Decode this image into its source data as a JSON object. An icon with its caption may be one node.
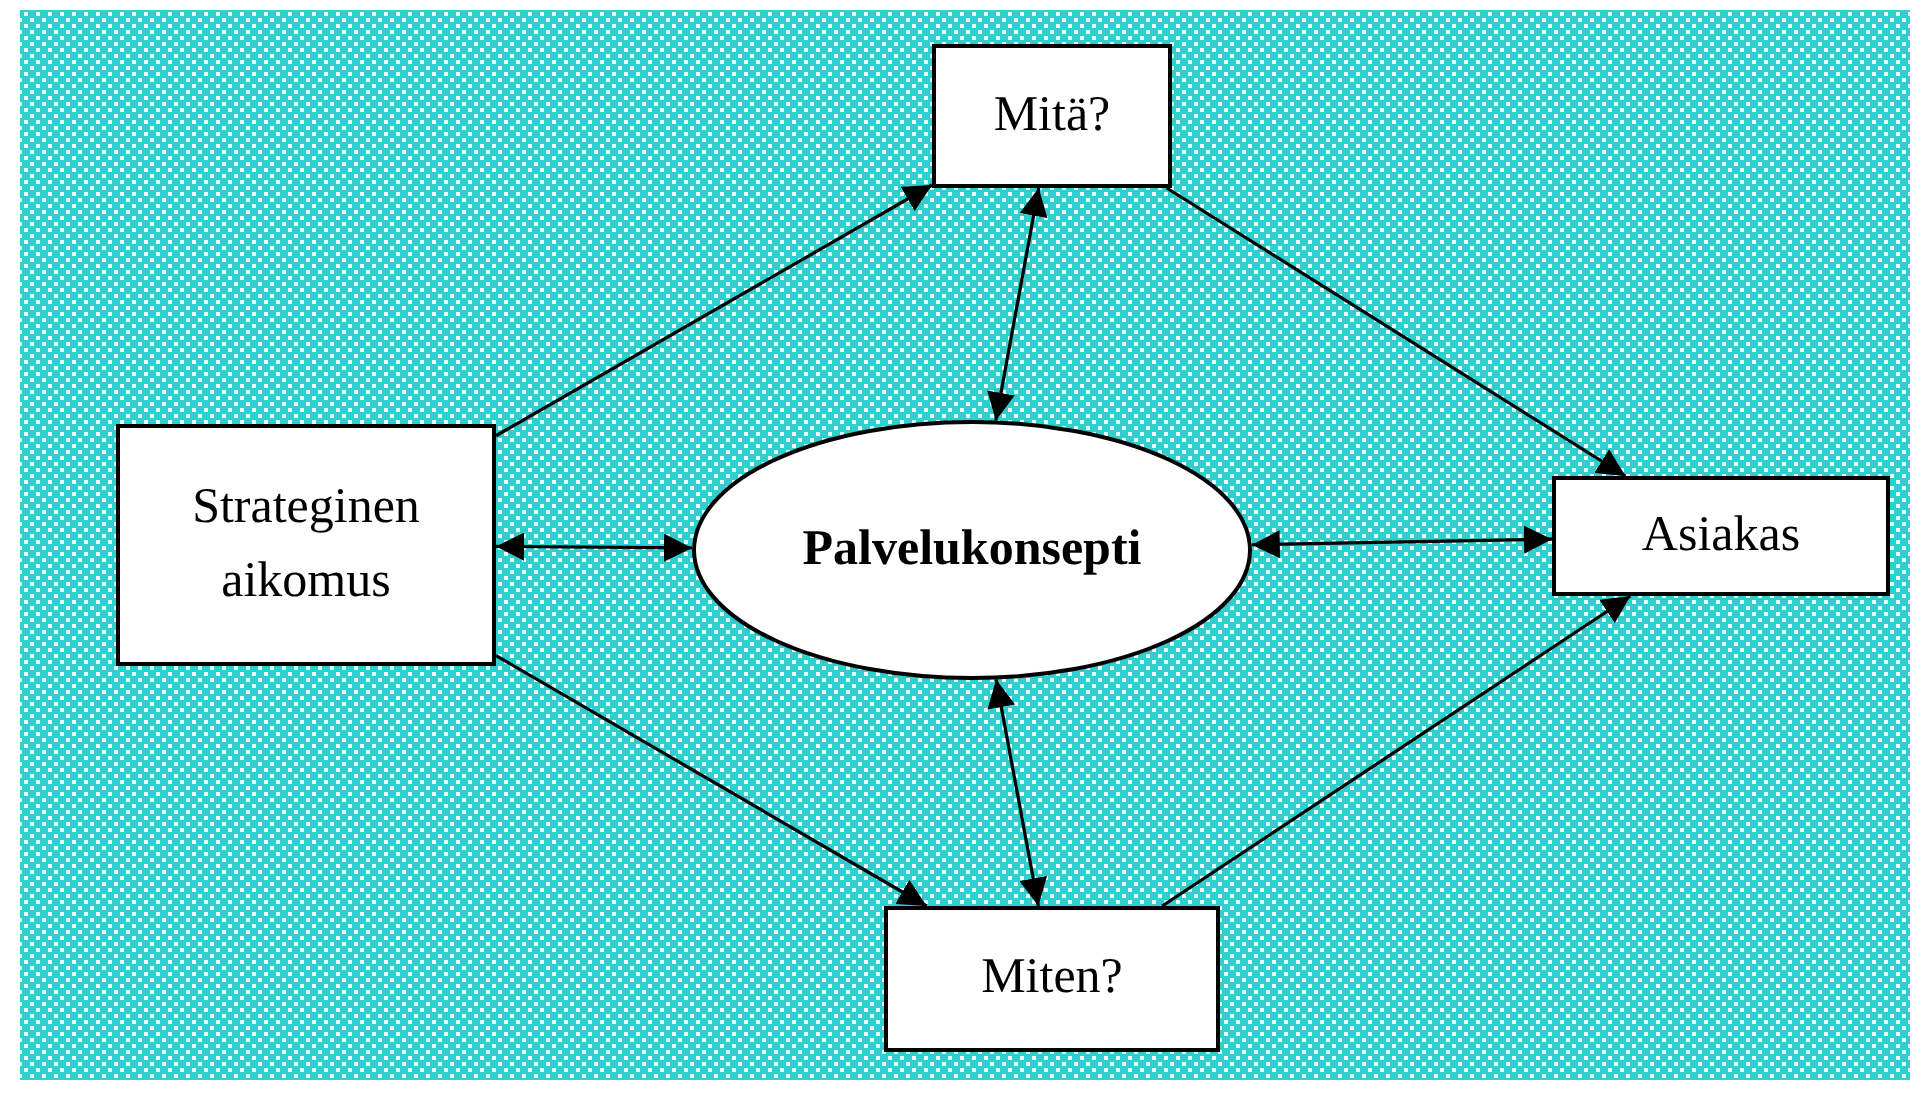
{
  "diagram": {
    "nodes": [
      {
        "text": [
          "Strateginen aikomus"
        ]
      },
      {
        "text": [
          "Mitä?"
        ]
      },
      {
        "text": [
          "Palvelukonsepti"
        ]
      },
      {
        "text": [
          "Asiakas"
        ]
      },
      {
        "text": [
          "Miten?"
        ]
      }
    ],
    "edges": [
      {
        "from": 0,
        "to": 1,
        "arrow": "to"
      },
      {
        "from": 1,
        "to": 3,
        "arrow": "to"
      },
      {
        "from": 0,
        "to": 2,
        "arrow": "both"
      },
      {
        "from": 1,
        "to": 2,
        "arrow": "both"
      },
      {
        "from": 2,
        "to": 3,
        "arrow": "both"
      },
      {
        "from": 2,
        "to": 4,
        "arrow": "both"
      },
      {
        "from": 0,
        "to": 4,
        "arrow": "to"
      },
      {
        "from": 4,
        "to": 3,
        "arrow": "to"
      }
    ]
  }
}
